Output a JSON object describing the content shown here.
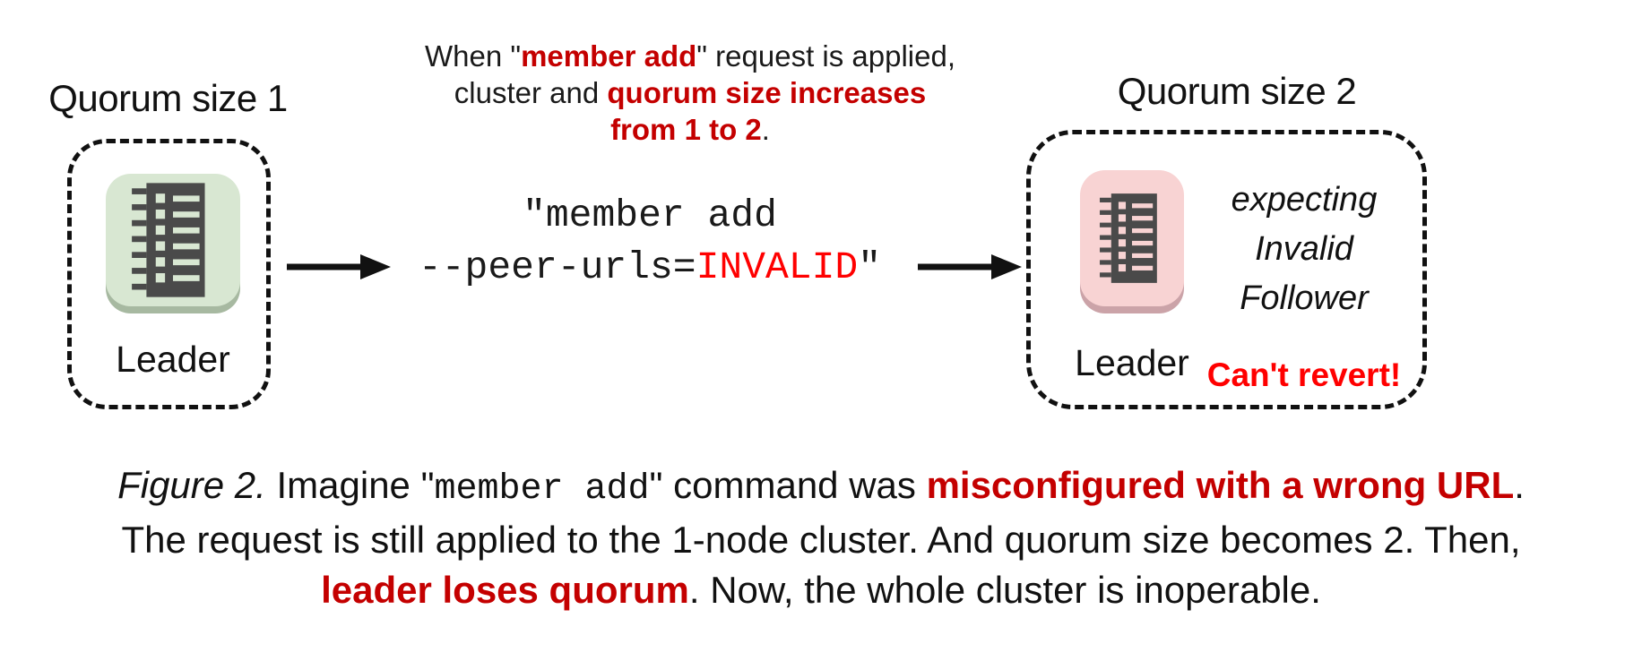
{
  "figure": {
    "left": {
      "title": "Quorum size 1",
      "node_label": "Leader"
    },
    "annotation": {
      "l1_pre": "When \"",
      "l1_red": "member add",
      "l1_post": "\" request is applied,",
      "l2_pre": "cluster and ",
      "l2_red": "quorum size increases",
      "l3_red": "from 1 to 2",
      "l3_post": "."
    },
    "command": {
      "line1": "\"member add",
      "l2_pre": "--peer-urls=",
      "l2_red": "INVALID",
      "l2_post": "\""
    },
    "right": {
      "title": "Quorum size 2",
      "node_label": "Leader",
      "expecting": [
        "expecting",
        "Invalid",
        "Follower"
      ],
      "warning": "Can't revert!"
    }
  },
  "caption": {
    "fig_label": "Figure 2.",
    "s_imagine": " Imagine \"",
    "s_cmd": "member add",
    "s_command_was": "\" command was ",
    "s_red1": "misconfigured with a wrong URL",
    "s_dot1": ".",
    "line2": "The request is still applied to the 1-node cluster. And quorum size becomes 2. Then,",
    "line3_red": "leader loses quorum",
    "line3_post": ". Now, the whole cluster is inoperable."
  },
  "colors": {
    "dark_red": "#c40000",
    "bright_red": "#ff0000",
    "green_node": "#d8e7d2",
    "green_lip": "#a7b9a1",
    "pink_node": "#f8d3d3",
    "pink_lip": "#cba3a8",
    "icon_body": "#4a4a4a"
  }
}
